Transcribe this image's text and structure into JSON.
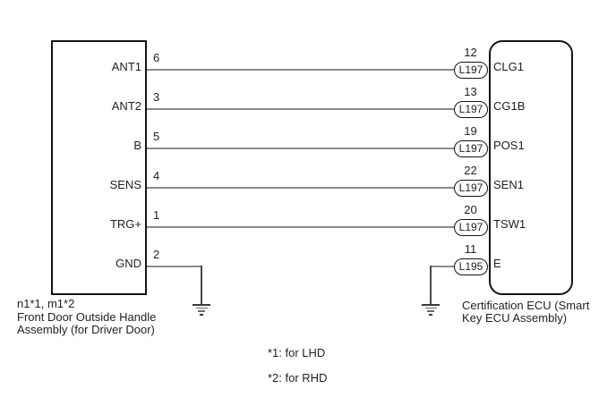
{
  "diagram_type": "wiring-diagram",
  "left_component": {
    "code_caption": "n1*1, m1*2",
    "caption": "Front Door Outside Handle Assembly (for Driver Door)",
    "pins": [
      {
        "name": "ANT1",
        "number": "6"
      },
      {
        "name": "ANT2",
        "number": "3"
      },
      {
        "name": "B",
        "number": "5"
      },
      {
        "name": "SENS",
        "number": "4"
      },
      {
        "name": "TRG+",
        "number": "1"
      },
      {
        "name": "GND",
        "number": "2"
      }
    ]
  },
  "right_component": {
    "caption": "Certification ECU (Smart Key ECU Assembly)",
    "pins": [
      {
        "number": "12",
        "connector": "L197",
        "name": "CLG1"
      },
      {
        "number": "13",
        "connector": "L197",
        "name": "CG1B"
      },
      {
        "number": "19",
        "connector": "L197",
        "name": "POS1"
      },
      {
        "number": "22",
        "connector": "L197",
        "name": "SEN1"
      },
      {
        "number": "20",
        "connector": "L197",
        "name": "TSW1"
      },
      {
        "number": "11",
        "connector": "L195",
        "name": "E"
      }
    ]
  },
  "notes": [
    "*1: for LHD",
    "*2: for RHD"
  ],
  "colors": {
    "background": "#ffffff",
    "outline": "#141414",
    "wire": "#8a8a8a",
    "ground": "#3a3a3a",
    "text": "#1f1f1f"
  }
}
